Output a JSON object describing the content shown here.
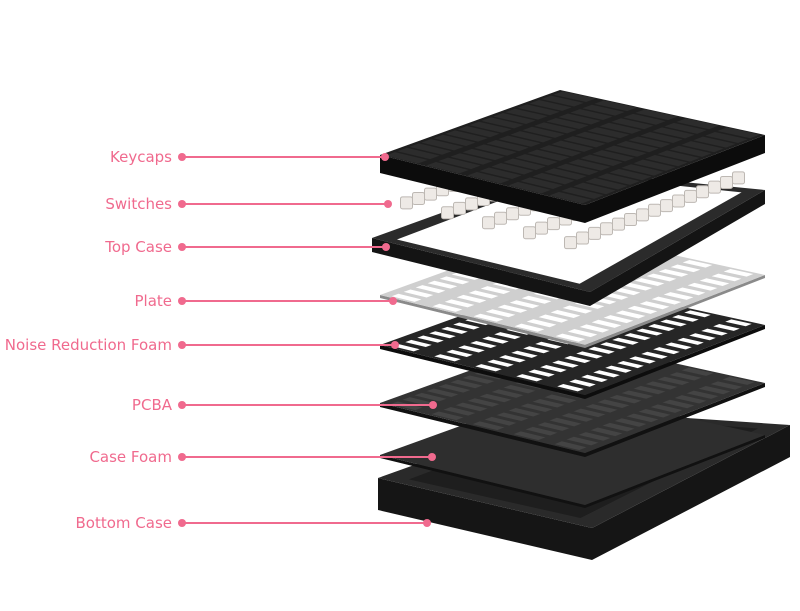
{
  "accent_color": "#f06a8e",
  "labels": [
    {
      "text": "Keycaps"
    },
    {
      "text": "Switches"
    },
    {
      "text": "Top Case"
    },
    {
      "text": "Plate"
    },
    {
      "text": "Noise Reduction Foam"
    },
    {
      "text": "PCBA"
    },
    {
      "text": "Case Foam"
    },
    {
      "text": "Bottom Case"
    }
  ]
}
